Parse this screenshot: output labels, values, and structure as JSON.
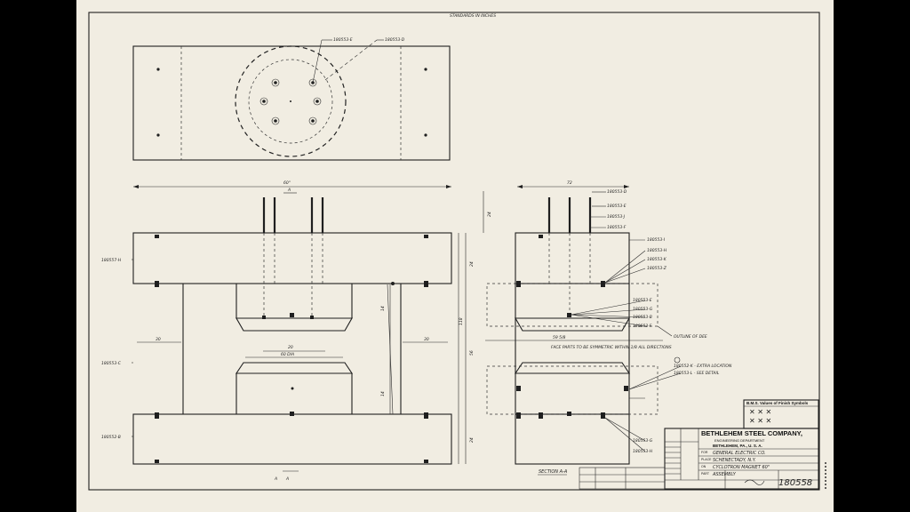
{
  "header_note": "STANDARDS IN INCHES",
  "top_view": {
    "labels": [
      "180553-E",
      "180553-D"
    ]
  },
  "front_view": {
    "left_labels": [
      "180557-H",
      "180553-C",
      "180552-B"
    ],
    "section_marks": [
      "A",
      "A"
    ]
  },
  "side_view": {
    "labels": [
      "180553-D",
      "180553-E",
      "180553-J",
      "180553-F",
      "180553-I",
      "180553-H",
      "180553-K",
      "180553-Z",
      "180553-E",
      "180553-G",
      "180553-B",
      "180553-F",
      "180553-G",
      "180553-H"
    ],
    "note": "FACE PARTS TO BE SYMMETRIC WITHIN 1/8 ALL DIRECTIONS",
    "outline_note": "OUTLINE OF DEE",
    "mid_notes": [
      "180552-K - EXTRA LOCATION",
      "180553-L - SEE DETAIL"
    ],
    "caption": "SECTION A-A"
  },
  "finish_symbols": {
    "title": "B.M.S. Values of Finish Symbols"
  },
  "title_block": {
    "company": "BETHLEHEM STEEL COMPANY,",
    "department": "ENGINEERING DEPARTMENT",
    "location": "BETHLEHEM, PA., U. S. A.",
    "for_value": "GENERAL ELECTRIC CO.",
    "place_value": "SCHENECTADY, N.Y.",
    "on_value": "CYCLOTRON MAGNET 60\"",
    "part_value": "ASSEMBLY",
    "drawing_number": "180558"
  }
}
